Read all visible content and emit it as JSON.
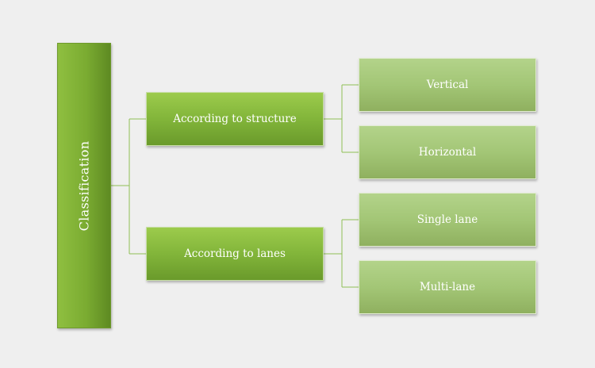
{
  "diagram": {
    "root": {
      "label": "Classification"
    },
    "branches": [
      {
        "label": "According to structure",
        "children": [
          {
            "label": "Vertical"
          },
          {
            "label": "Horizontal"
          }
        ]
      },
      {
        "label": "According to lanes",
        "children": [
          {
            "label": "Single lane"
          },
          {
            "label": "Multi-lane"
          }
        ]
      }
    ]
  },
  "colors": {
    "background": "#efefef",
    "root_fill": "#7aab31",
    "branch_fill": "#82b53a",
    "leaf_fill": "#a3c676",
    "connector": "#8fbf55",
    "text": "#ffffff"
  }
}
